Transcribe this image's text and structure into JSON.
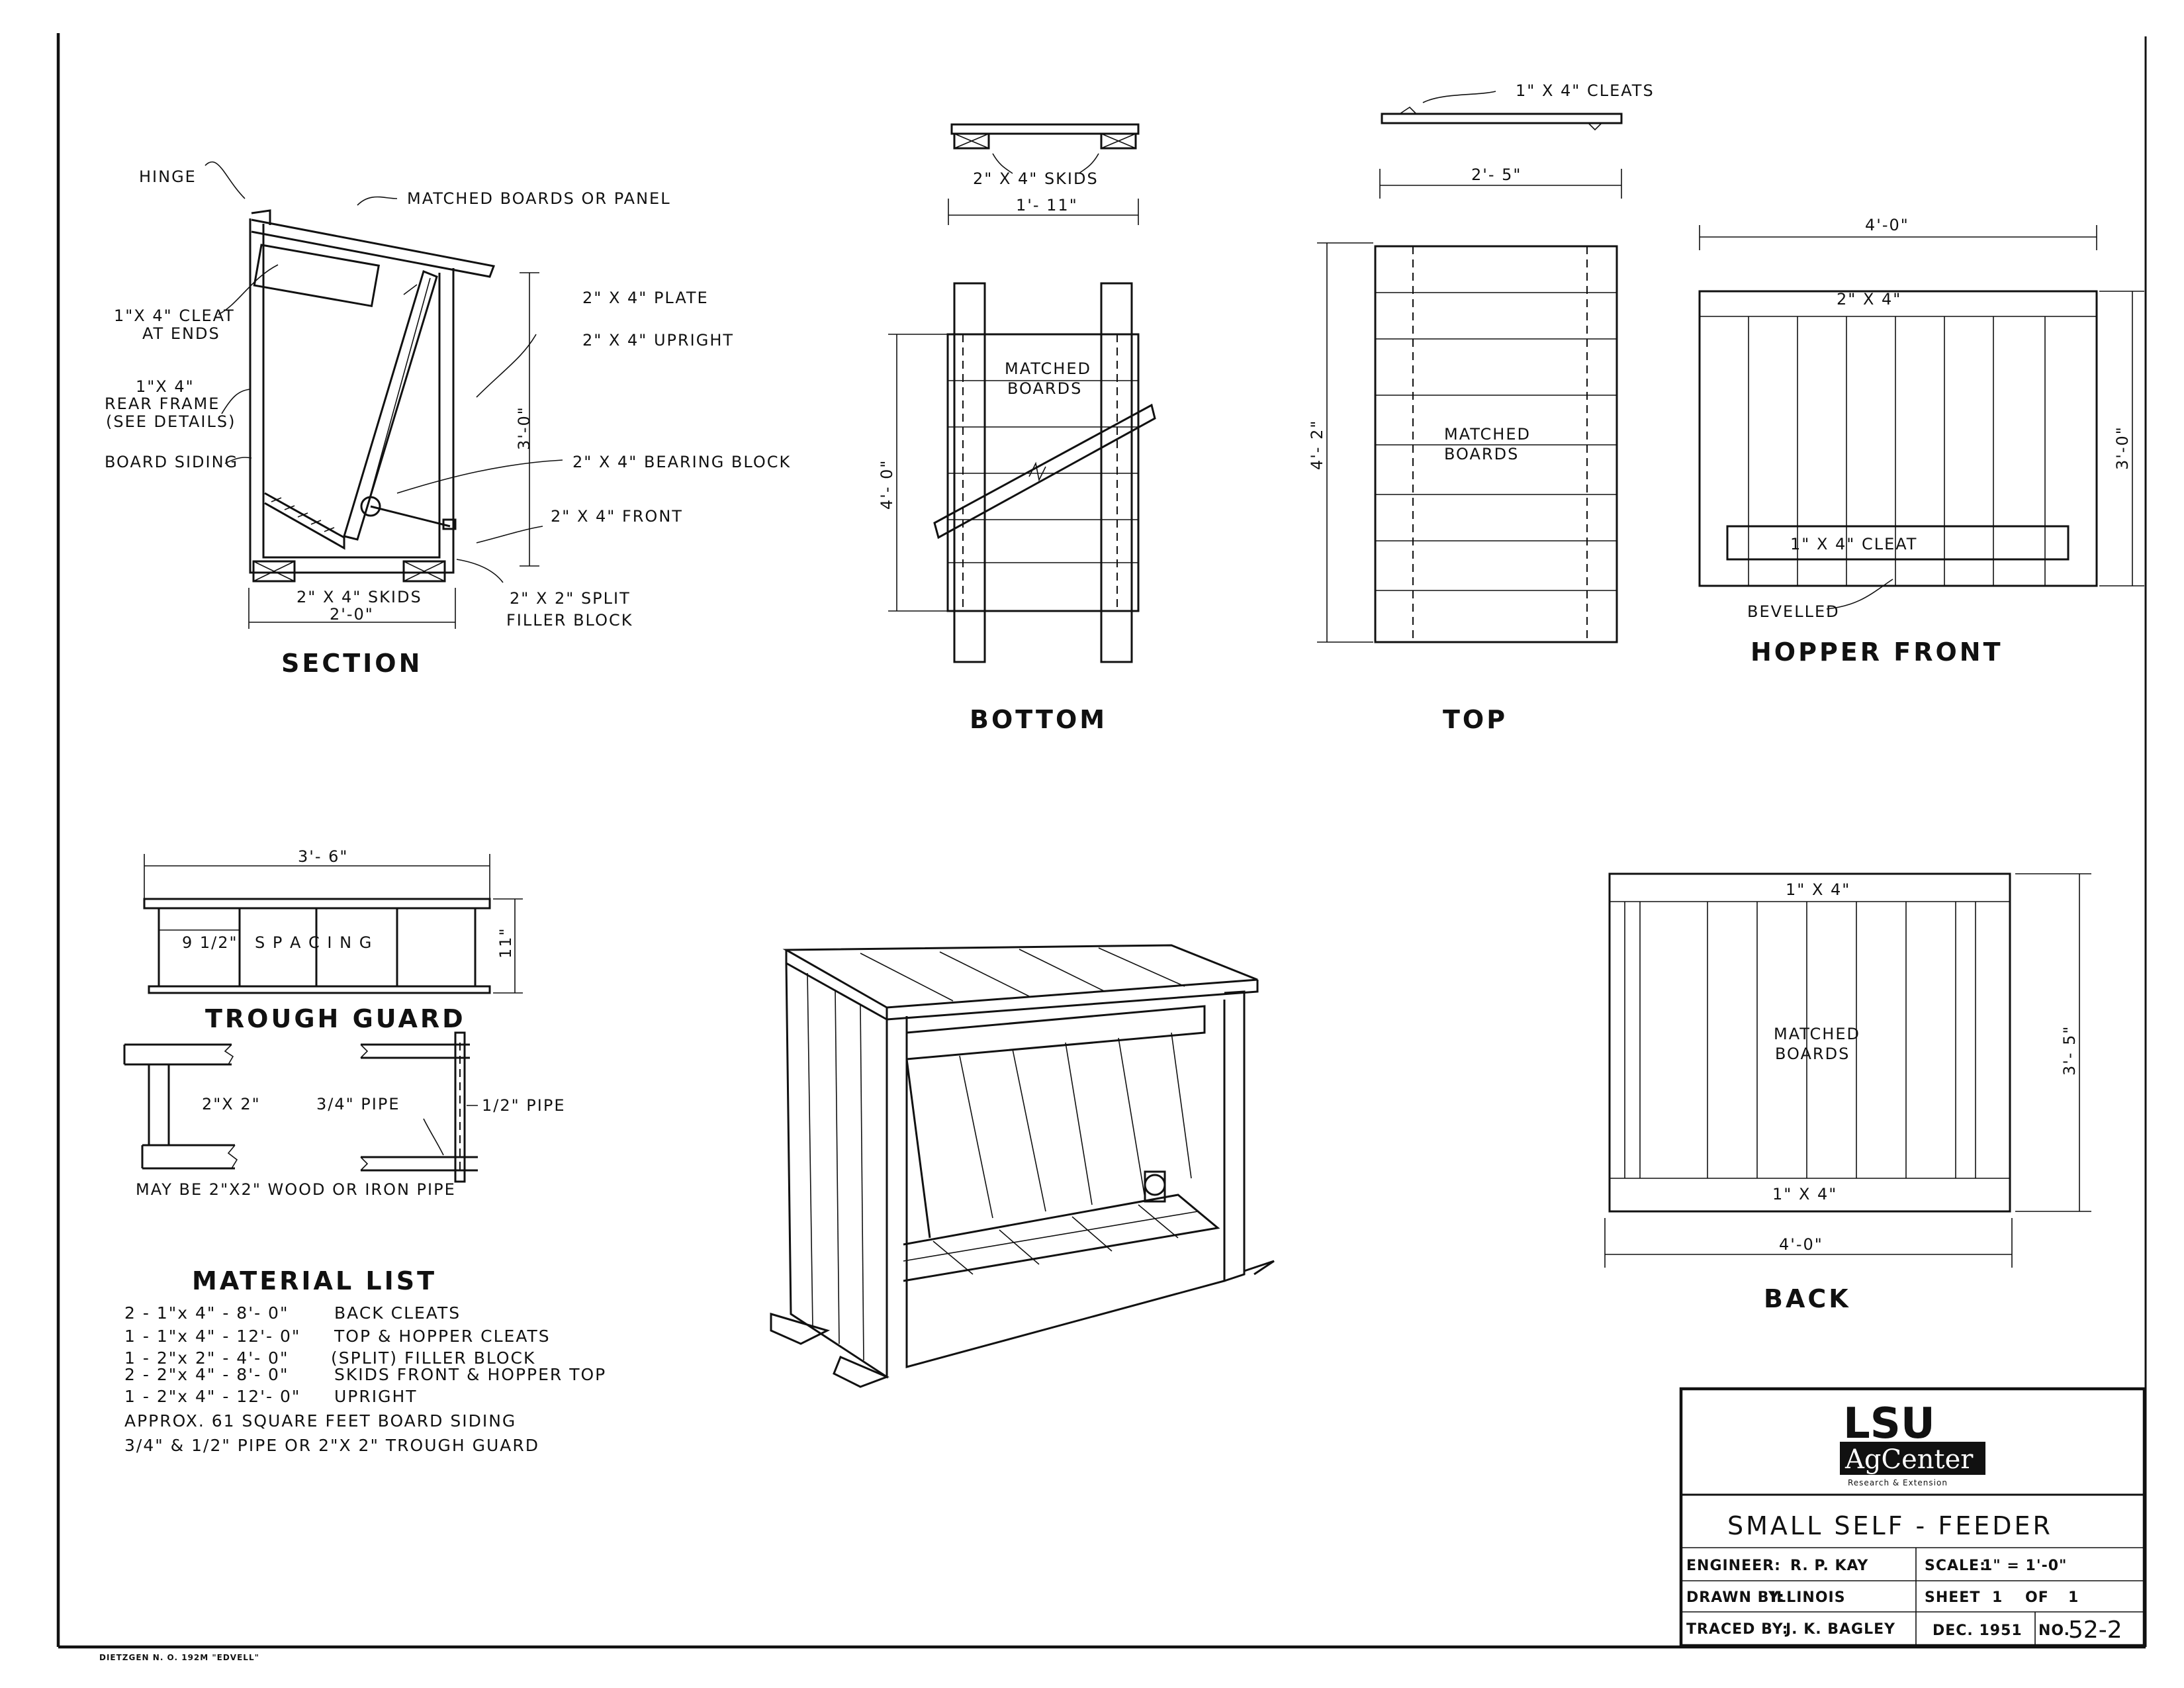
{
  "views": {
    "section": {
      "title": "SECTION",
      "labels": {
        "hinge": "HINGE",
        "matched_boards": "MATCHED BOARDS OR PANEL",
        "cleat_line1": "1\"X 4\" CLEAT",
        "cleat_line2": "AT ENDS",
        "rear_line1": "1\"X 4\"",
        "rear_line2": "REAR FRAME",
        "rear_line3": "(SEE DETAILS)",
        "board_siding": "BOARD SIDING",
        "plate": "2\" X 4\"  PLATE",
        "upright": "2\" X 4\"  UPRIGHT",
        "bearing_block": "2\" X 4\"  BEARING BLOCK",
        "front": "2\" X 4\"  FRONT",
        "skids": "2\" X 4\"  SKIDS",
        "width": "2'-0\"",
        "height": "3'-0\"",
        "split_line1": "2\" X 2\"  SPLIT",
        "split_line2": "FILLER BLOCK"
      }
    },
    "bottom": {
      "title": "BOTTOM",
      "labels": {
        "skids": "2\" X 4\"  SKIDS",
        "width": "1'- 11\"",
        "height": "4'- 0\"",
        "matched_line1": "MATCHED",
        "matched_line2": "BOARDS"
      }
    },
    "top": {
      "title": "TOP",
      "labels": {
        "cleats": "1\" X 4\"  CLEATS",
        "width": "2'- 5\"",
        "height": "4'- 2\"",
        "matched_line1": "MATCHED",
        "matched_line2": "BOARDS"
      }
    },
    "hopper_front": {
      "title": "HOPPER  FRONT",
      "labels": {
        "width": "4'-0\"",
        "top_piece": "2\" X 4\"",
        "height": "3'-0\"",
        "cleat": "1\" X 4\"   CLEAT",
        "bevelled": "BEVELLED"
      }
    },
    "trough_guard": {
      "title": "TROUGH  GUARD",
      "labels": {
        "width": "3'- 6\"",
        "spacing_value": "9 1/2\"",
        "spacing_word": "S P A C I N G",
        "height": "11\"",
        "wood": "2\"X 2\"",
        "pipe_34": "3/4\"  PIPE",
        "pipe_12": "1/2\"  PIPE",
        "note": "MAY BE  2\"X2\"  WOOD OR    IRON  PIPE"
      }
    },
    "back": {
      "title": "BACK",
      "labels": {
        "top_piece": "1\" X 4\"",
        "matched_line1": "MATCHED",
        "matched_line2": "BOARDS",
        "height": "3'- 5\"",
        "bottom_piece": "1\" X 4\"",
        "width": "4'-0\""
      }
    }
  },
  "material_list": {
    "title": "MATERIAL  LIST",
    "items": [
      {
        "qty": "2 -  1\"x 4\" -  8'- 0\"",
        "use": "BACK  CLEATS"
      },
      {
        "qty": "1 -  1\"x 4\" -  12'- 0\"",
        "use": "TOP  &  HOPPER  CLEATS"
      },
      {
        "qty": "1 -  2\"x 2\" -  4'- 0\"",
        "use": "(SPLIT)  FILLER  BLOCK"
      },
      {
        "qty": "2 -  2\"x 4\" -  8'- 0\"",
        "use": "SKIDS  FRONT  &  HOPPER  TOP"
      },
      {
        "qty": "1 -  2\"x 4\" -  12'- 0\"",
        "use": "UPRIGHT"
      }
    ],
    "notes": [
      "APPROX.   61  SQUARE  FEET  BOARD  SIDING",
      "3/4\" & 1/2\"  PIPE   OR   2\"X 2\"   TROUGH  GUARD"
    ]
  },
  "title_block": {
    "logo_top": "LSU",
    "logo_bottom": "AgCenter",
    "logo_sub": "Research & Extension",
    "title": "SMALL  SELF - FEEDER",
    "engineer_label": "ENGINEER:",
    "engineer": "R. P. KAY",
    "scale_label": "SCALE:",
    "scale": "1\" = 1'-0\"",
    "drawn_label": "DRAWN BY:",
    "drawn": "ILLINOIS",
    "sheet_label": "SHEET",
    "sheet": "1",
    "of_label": "OF",
    "of": "1",
    "traced_label": "TRACED BY:",
    "traced": "J. K. BAGLEY",
    "date": "DEC. 1951",
    "no_label": "NO.",
    "no": "52-2"
  },
  "footer": {
    "maker": "DIETZGEN N. O. 192M \"EDVELL\""
  }
}
